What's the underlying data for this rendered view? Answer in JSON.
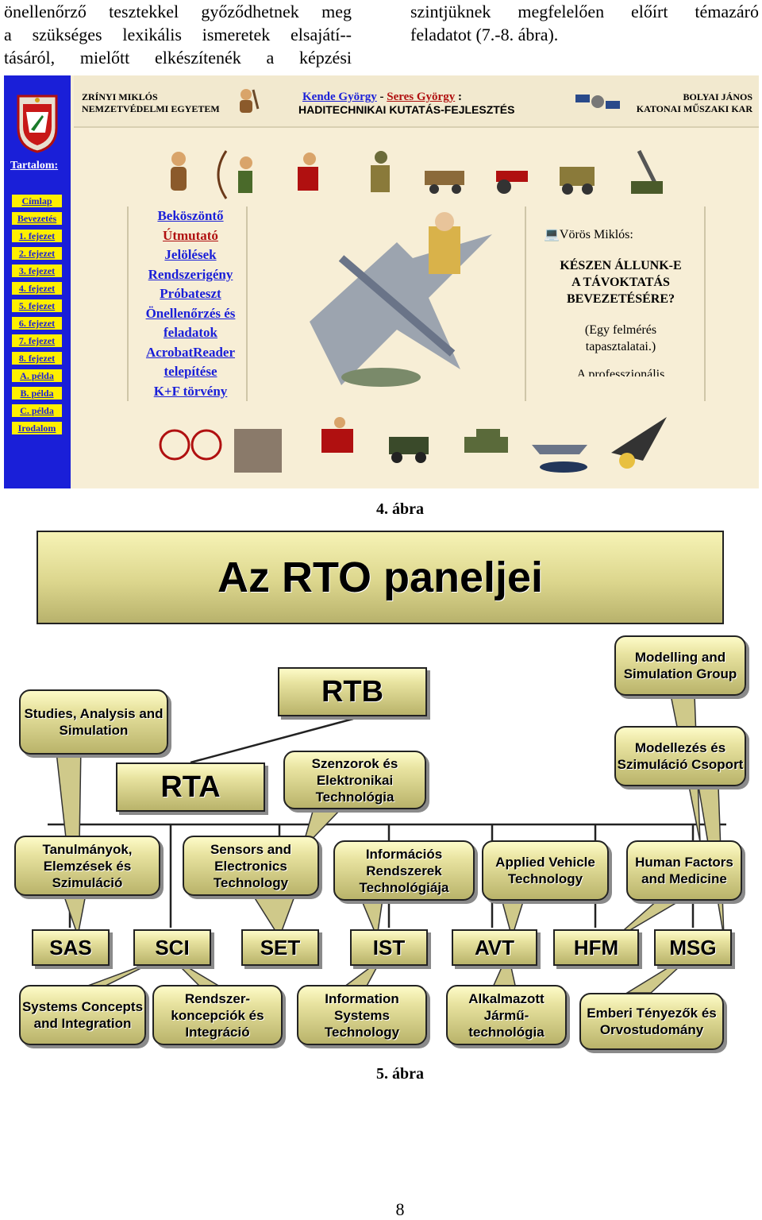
{
  "text": {
    "left_lines": [
      "önellenőrző tesztekkel győződhetnek meg",
      "a szükséges lexikális ismeretek elsajátí--",
      "tásáról, mielőtt elkészítenék a képzési"
    ],
    "right_lines": [
      "szintjüknek megfelelően előírt témazáró",
      "feladatot (7.-8. ábra)."
    ]
  },
  "fig4": {
    "sidebar_title": "Tartalom:",
    "nav": [
      "Címlap",
      "Bevezetés",
      "1. fejezet",
      "2. fejezet",
      "3. fejezet",
      "4. fejezet",
      "5. fejezet",
      "6. fejezet",
      "7. fejezet",
      "8. fejezet",
      "A. példa",
      "B. példa",
      "C. példa",
      "Irodalom"
    ],
    "header_left": [
      "ZRÍNYI MIKLÓS",
      "NEMZETVÉDELMI EGYETEM"
    ],
    "header_authors_a": "Kende György",
    "header_authors_sep": " - ",
    "header_authors_b": "Seres György",
    "header_authors_colon": " :",
    "header_title": "HADITECHNIKAI KUTATÁS-FEJLESZTÉS",
    "header_right": [
      "BOLYAI JÁNOS",
      "KATONAI MŰSZAKI KAR"
    ],
    "menu": [
      "Beköszöntő",
      "Útmutató",
      "Jelölések",
      "Rendszerigény",
      "Próbateszt",
      "Önellenőrzés és",
      "feladatok",
      "AcrobatReader",
      "telepítése",
      "K+F törvény"
    ],
    "news_author": "Vörös Miklós:",
    "news_title": [
      "KÉSZEN ÁLLUNK-E",
      "A TÁVOKTATÁS",
      "BEVEZETÉSÉRE?"
    ],
    "news_sub": [
      "(Egy felmérés",
      "tapasztalatai.)"
    ],
    "news_more": "A professzionális",
    "accent_blue": "#1a1fd8",
    "accent_yellow": "#ffef00"
  },
  "caption4": "4. ábra",
  "fig5": {
    "title": "Az RTO paneljei",
    "rtb": "RTB",
    "rta": "RTA",
    "rtb_sub": "Szenzorok és Elektronikai Technológia",
    "studies": "Studies, Analysis and Simulation",
    "msg_en": "Modelling and Simulation Group",
    "msg_hu": "Modellezés és Szimuláció Csoport",
    "callouts_mid": [
      "Tanulmányok, Elemzések és Szimuláció",
      "Sensors and Electronics Technology",
      "Információs Rendszerek Technológiája",
      "Applied Vehicle Technology",
      "Human Factors and Medicine"
    ],
    "panels": [
      "SAS",
      "SCI",
      "SET",
      "IST",
      "AVT",
      "HFM",
      "MSG"
    ],
    "callouts_bottom": [
      "Systems Concepts and Integration",
      "Rendszer-koncepciók és Integráció",
      "Information Systems Technology",
      "Alkalmazott Jármű-technológia",
      "Emberi Tényezők és Orvostudomány"
    ]
  },
  "caption5": "5. ábra",
  "page_number": "8"
}
